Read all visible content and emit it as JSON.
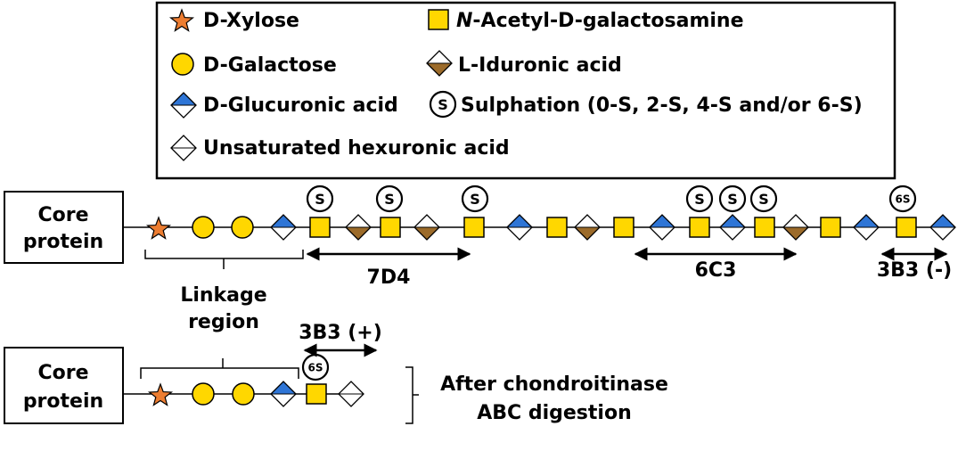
{
  "legend": {
    "xylose": "D-Xylose",
    "galnac_prefix": "N",
    "galnac_rest": "-Acetyl-D-galactosamine",
    "galactose": "D-Galactose",
    "iduronic": "L-Iduronic acid",
    "glucuronic": "D-Glucuronic acid",
    "sulphation_symbol": "S",
    "sulphation": "Sulphation (0-S, 2-S, 4-S and/or 6-S)",
    "unsaturated": "Unsaturated hexuronic acid"
  },
  "chain1": {
    "core_line1": "Core",
    "core_line2": "protein",
    "s_label": "S",
    "s6_label": "6S",
    "label_7d4": "7D4",
    "label_6c3": "6C3",
    "label_3b3_minus": "3B3 (-)"
  },
  "linkage": {
    "line1": "Linkage",
    "line2": "region"
  },
  "chain2": {
    "core_line1": "Core",
    "core_line2": "protein",
    "s6_label": "6S",
    "label_3b3_plus": "3B3 (+)",
    "after_line1": "After chondroitinase",
    "after_line2": "ABC digestion"
  },
  "colors": {
    "xylose": "#ED7D31",
    "yellow": "#FFD700",
    "blue": "#2E75D6",
    "brown": "#9C6B2A",
    "outline": "#000000"
  }
}
